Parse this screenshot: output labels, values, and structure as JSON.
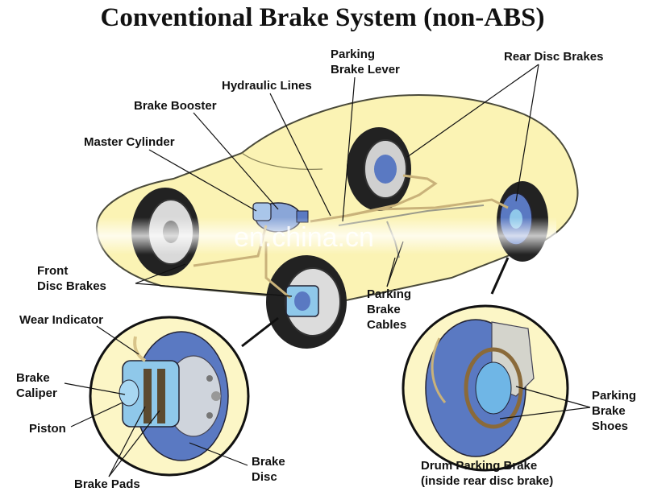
{
  "title": "Conventional Brake System (non-ABS)",
  "labels": {
    "parking_brake_lever": "Parking\nBrake Lever",
    "rear_disc_brakes": "Rear Disc Brakes",
    "hydraulic_lines": "Hydraulic Lines",
    "brake_booster": "Brake Booster",
    "master_cylinder": "Master Cylinder",
    "front_disc_brakes": "Front\nDisc Brakes",
    "parking_brake_cables": "Parking\nBrake\nCables",
    "wear_indicator": "Wear Indicator",
    "brake_caliper": "Brake\nCaliper",
    "piston": "Piston",
    "brake_pads": "Brake Pads",
    "brake_disc": "Brake\nDisc",
    "parking_brake_shoes": "Parking\nBrake\nShoes",
    "drum_parking_brake": "Drum Parking Brake\n(inside rear disc brake)"
  },
  "watermark": "en.china.cn",
  "colors": {
    "car_body": "#fbf3b4",
    "detail_circle": "#fcf6c6",
    "disc_blue": "#5a79c2",
    "caliper_blue": "#8fc8ea",
    "line_tan": "#d8c48a",
    "tire_dark": "#2a2a2a"
  }
}
